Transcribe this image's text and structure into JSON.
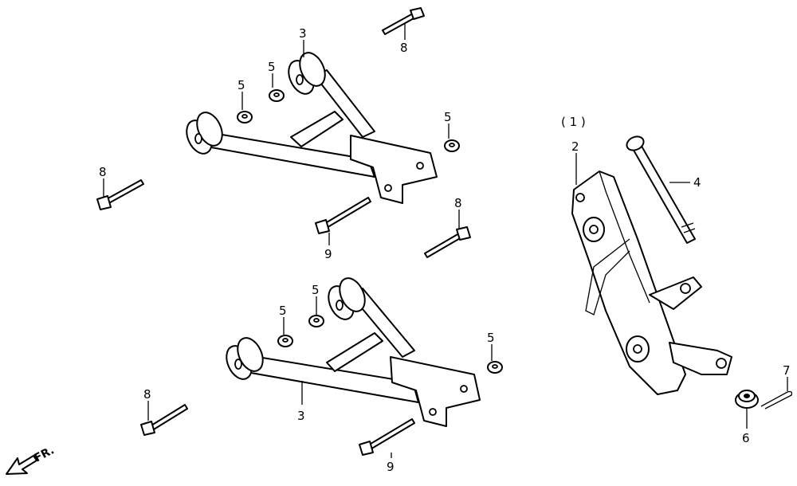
{
  "callouts": {
    "c3_upper": "3",
    "c5_a": "5",
    "c5_b": "5",
    "c5_c": "5",
    "c8_top": "8",
    "c8_left_upper": "8",
    "c8_mid": "8",
    "c9_upper": "9",
    "c1_group": "( 1 )",
    "c2": "2",
    "c4": "4",
    "c5_d": "5",
    "c5_e": "5",
    "c5_f": "5",
    "c8_left_lower": "8",
    "c3_lower": "3",
    "c9_lower": "9",
    "c7": "7",
    "c6": "6"
  },
  "front_indicator": "FR."
}
